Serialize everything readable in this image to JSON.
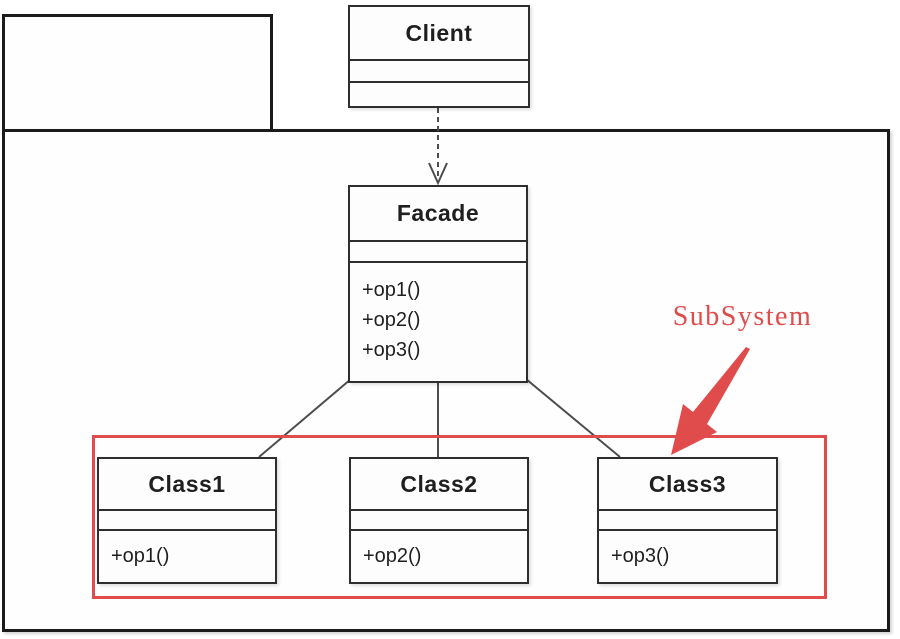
{
  "colors": {
    "annotation-red": "#e04c4c",
    "box-border": "#2e2e2e",
    "package-border": "#1b1b1b",
    "connector": "#4d4d4d",
    "text": "#1f1f1f"
  },
  "diagram": {
    "client": {
      "name": "Client"
    },
    "facade": {
      "name": "Facade",
      "methods": [
        "+op1()",
        "+op2()",
        "+op3()"
      ]
    },
    "subsystem": {
      "label": "SubSystem",
      "classes": [
        {
          "name": "Class1",
          "method": "+op1()"
        },
        {
          "name": "Class2",
          "method": "+op2()"
        },
        {
          "name": "Class3",
          "method": "+op3()"
        }
      ]
    }
  }
}
